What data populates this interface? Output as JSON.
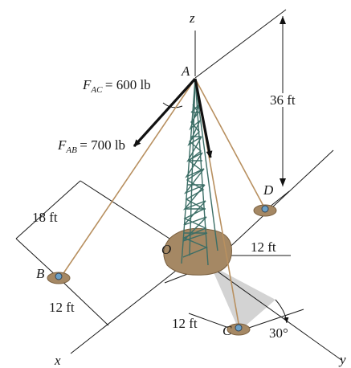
{
  "labels": {
    "axis_z": "z",
    "axis_x": "x",
    "axis_y": "y",
    "point_A": "A",
    "point_B": "B",
    "point_C": "C",
    "point_D": "D",
    "point_O": "O"
  },
  "forces": {
    "fac": {
      "symbol": "F",
      "subscript": "AC",
      "value": "= 600 lb"
    },
    "fab": {
      "symbol": "F",
      "subscript": "AB",
      "value": "= 700 lb"
    }
  },
  "dimensions": {
    "height": "36 ft",
    "b_offset_x": "18 ft",
    "b_offset_y": "12 ft",
    "o_to_d": "12 ft",
    "o_to_c": "12 ft",
    "angle": "30°"
  },
  "colors": {
    "line": "#1a1a1a",
    "cable": "#b89060",
    "ground": "#a58864",
    "anchor": "#6aa0c8",
    "shade": "#d3d3d3",
    "tower": "#3c6e66"
  }
}
